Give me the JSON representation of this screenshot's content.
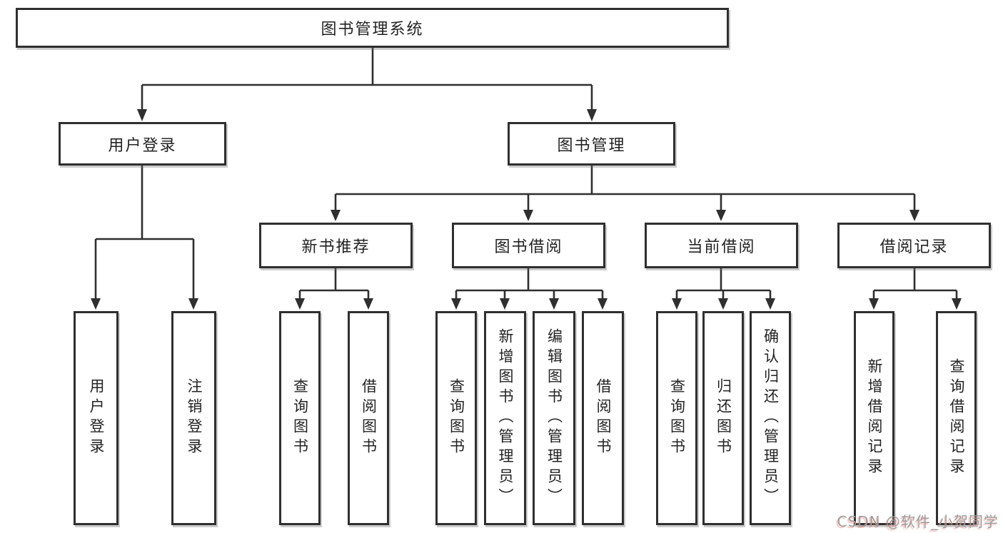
{
  "tree": {
    "label": "图书管理系统",
    "children": [
      {
        "label": "用户登录",
        "children": [
          {
            "label": "用户登录"
          },
          {
            "label": "注销登录"
          }
        ]
      },
      {
        "label": "图书管理",
        "children": [
          {
            "label": "新书推荐",
            "children": [
              {
                "label": "查询图书"
              },
              {
                "label": "借阅图书"
              }
            ]
          },
          {
            "label": "图书借阅",
            "children": [
              {
                "label": "查询图书"
              },
              {
                "label": "新增图书（管理员）"
              },
              {
                "label": "编辑图书（管理员）"
              },
              {
                "label": "借阅图书"
              }
            ]
          },
          {
            "label": "当前借阅",
            "children": [
              {
                "label": "查询图书"
              },
              {
                "label": "归还图书"
              },
              {
                "label": "确认归还（管理员）"
              }
            ]
          },
          {
            "label": "借阅记录",
            "children": [
              {
                "label": "新增借阅记录"
              },
              {
                "label": "查询借阅记录"
              }
            ]
          }
        ]
      }
    ]
  },
  "watermark": "CSDN @软件_小贺同学",
  "colors": {
    "line": "#2f2f2f",
    "box_border": "#2f2f2f",
    "box_fill": "#ffffff",
    "text": "#232323",
    "watermark_gray": "#9c9c9c",
    "watermark_red_shadow": "#eb8278"
  }
}
